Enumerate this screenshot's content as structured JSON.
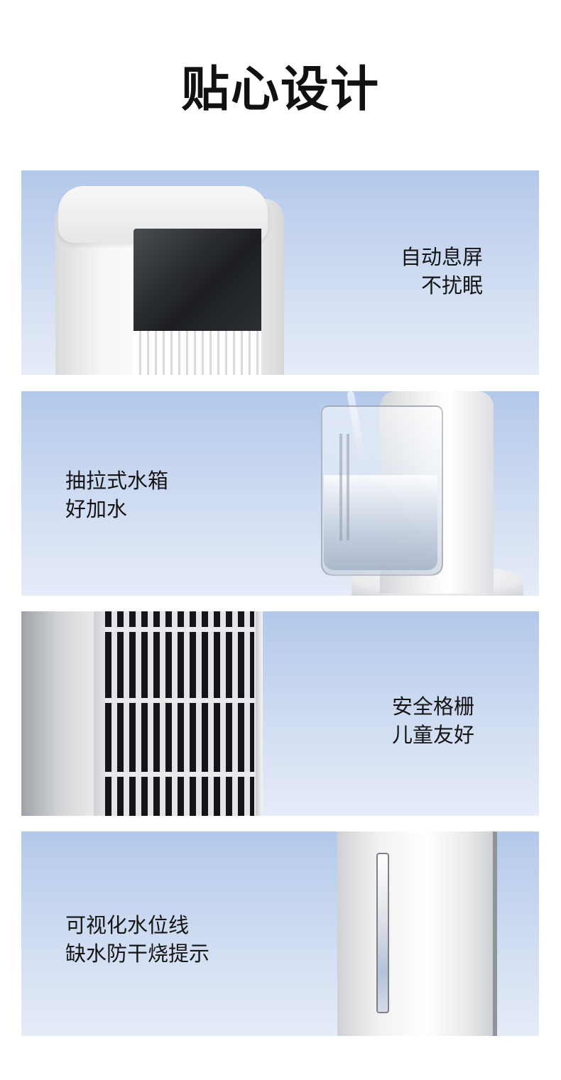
{
  "title": "贴心设计",
  "features": [
    {
      "lines": [
        "自动息屏",
        "不扰眠"
      ]
    },
    {
      "lines": [
        "抽拉式水箱",
        "好加水"
      ]
    },
    {
      "lines": [
        "安全格栅",
        "儿童友好"
      ]
    },
    {
      "lines": [
        "可视化水位线",
        "缺水防干烧提示"
      ]
    }
  ],
  "colors": {
    "panel_top": "#b3c8ea",
    "panel_bottom": "#e6ecf8",
    "text": "#151515"
  }
}
